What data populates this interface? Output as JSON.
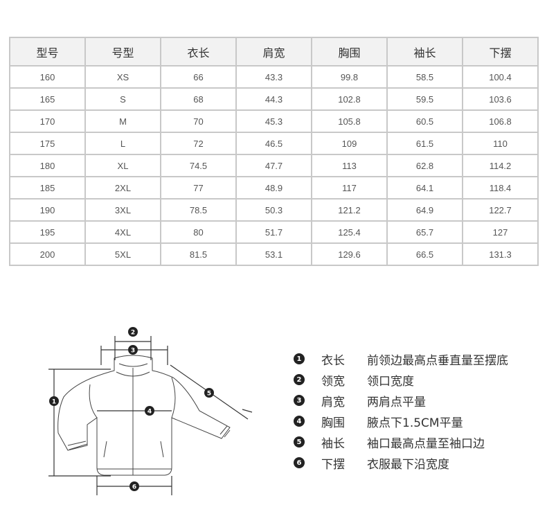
{
  "size_table": {
    "headers": [
      "型号",
      "号型",
      "衣长",
      "肩宽",
      "胸围",
      "袖长",
      "下摆"
    ],
    "rows": [
      [
        "160",
        "XS",
        "66",
        "43.3",
        "99.8",
        "58.5",
        "100.4"
      ],
      [
        "165",
        "S",
        "68",
        "44.3",
        "102.8",
        "59.5",
        "103.6"
      ],
      [
        "170",
        "M",
        "70",
        "45.3",
        "105.8",
        "60.5",
        "106.8"
      ],
      [
        "175",
        "L",
        "72",
        "46.5",
        "109",
        "61.5",
        "110"
      ],
      [
        "180",
        "XL",
        "74.5",
        "47.7",
        "113",
        "62.8",
        "114.2"
      ],
      [
        "185",
        "2XL",
        "77",
        "48.9",
        "117",
        "64.1",
        "118.4"
      ],
      [
        "190",
        "3XL",
        "78.5",
        "50.3",
        "121.2",
        "64.9",
        "122.7"
      ],
      [
        "195",
        "4XL",
        "80",
        "51.7",
        "125.4",
        "65.7",
        "127"
      ],
      [
        "200",
        "5XL",
        "81.5",
        "53.1",
        "129.6",
        "66.5",
        "131.3"
      ]
    ]
  },
  "diagram": {
    "markers": [
      "1",
      "2",
      "3",
      "4",
      "5",
      "6"
    ]
  },
  "legend": [
    {
      "num": "1",
      "term": "衣长",
      "desc": "前领边最高点垂直量至摆底"
    },
    {
      "num": "2",
      "term": "领宽",
      "desc": "领口宽度"
    },
    {
      "num": "3",
      "term": "肩宽",
      "desc": "两肩点平量"
    },
    {
      "num": "4",
      "term": "胸围",
      "desc": "腋点下1.5CM平量"
    },
    {
      "num": "5",
      "term": "袖长",
      "desc": "袖口最高点量至袖口边"
    },
    {
      "num": "6",
      "term": "下摆",
      "desc": "衣服最下沿宽度"
    }
  ]
}
